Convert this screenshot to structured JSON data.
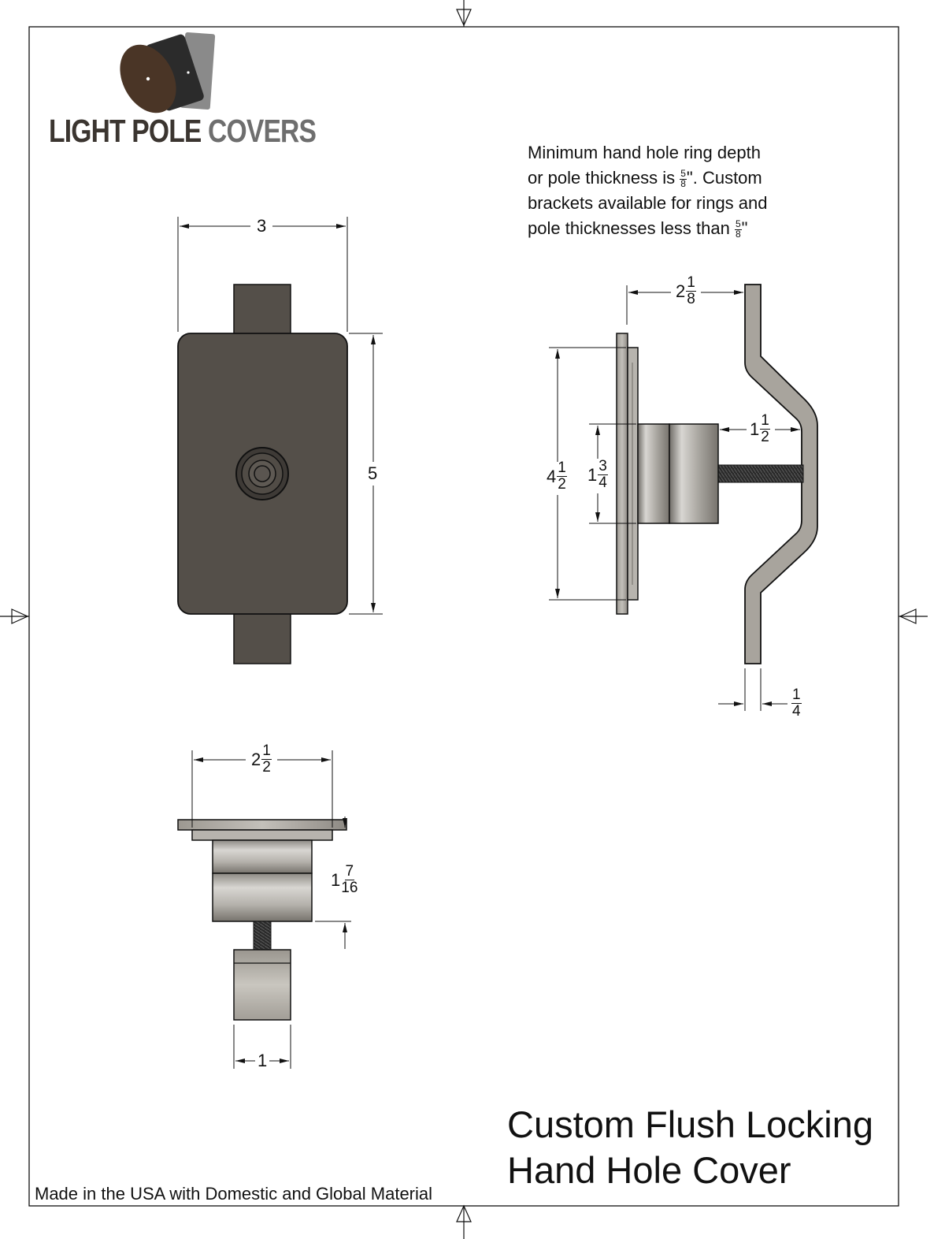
{
  "brand": {
    "word1": "LIGHT POLE",
    "word2": "COVERS",
    "color_dark": "#3b3530",
    "color_light": "#6e6e6e",
    "mark_brown": "#4a3526",
    "mark_black": "#2b2b2b",
    "mark_gray": "#8a8a8a"
  },
  "note": {
    "line1": "Minimum hand hole ring depth",
    "line2_a": "or pole thickness is",
    "line2_frac_n": "5",
    "line2_frac_d": "8",
    "line2_b": "\".  Custom",
    "line3": "brackets available for rings and",
    "line4_a": "pole thicknesses less than",
    "line4_frac_n": "5",
    "line4_frac_d": "8",
    "line4_b": "\""
  },
  "dims": {
    "front_width": "3",
    "front_height": "5",
    "side_offset": {
      "whole": "2",
      "num": "1",
      "den": "8"
    },
    "side_plate_height": {
      "whole": "4",
      "num": "1",
      "den": "2"
    },
    "side_cyl_height": {
      "whole": "1",
      "num": "3",
      "den": "4"
    },
    "side_gap": {
      "whole": "1",
      "num": "1",
      "den": "2"
    },
    "side_thickness": {
      "whole": "",
      "num": "1",
      "den": "4"
    },
    "bottom_width": {
      "whole": "2",
      "num": "1",
      "den": "2"
    },
    "bottom_depth": {
      "whole": "1",
      "num": "7",
      "den": "16"
    },
    "bottom_block": "1"
  },
  "title": {
    "line1": "Custom Flush Locking",
    "line2": "Hand Hole Cover"
  },
  "footer": "Made in the USA with Domestic and Global Material",
  "colors": {
    "plate": "#544f49",
    "plate_dark": "#3e3a36",
    "metal_light": "#d8d6d2",
    "metal_mid": "#a9a6a0",
    "metal_dark": "#6f6c67",
    "bracket": "#a8a49d"
  }
}
